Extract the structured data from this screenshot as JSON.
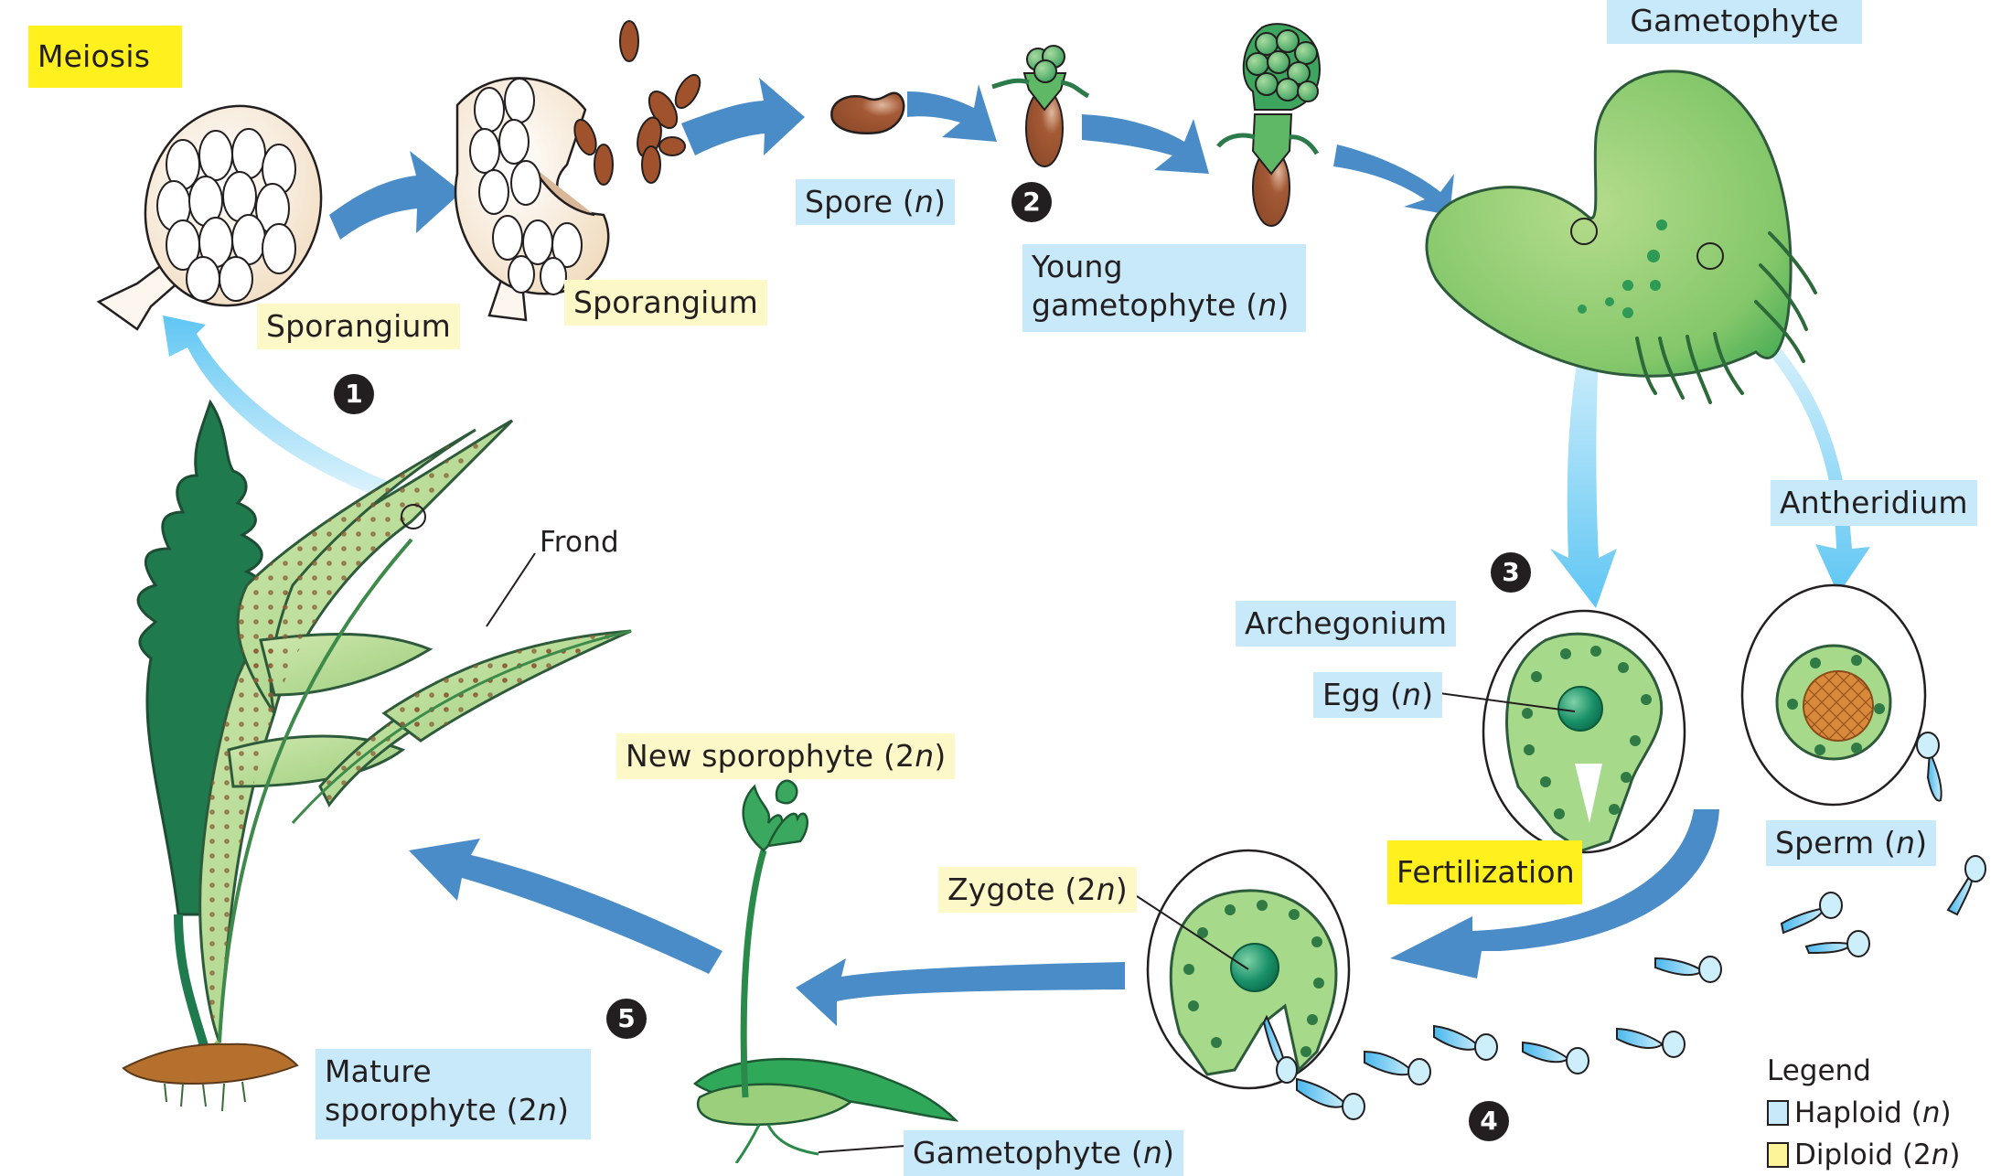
{
  "diagram": {
    "title": "Fern life cycle",
    "colors": {
      "haploid": "#c8e9f9",
      "diploid": "#fdf8c8",
      "event": "#fff01e",
      "arrow_main": "#4a8cc8",
      "arrow_light": "#6ccaf4",
      "badge": "#231f20",
      "spore": "#a0522d",
      "plant_green": "#3cae5a"
    },
    "labels": {
      "meiosis": "Meiosis",
      "sporangium_1": "Sporangium",
      "sporangium_2": "Sporangium",
      "spore": {
        "text": "Spore (",
        "italic": "n",
        "close": ")"
      },
      "young_gametophyte_1": "Young",
      "young_gametophyte_2": {
        "text": "gametophyte (",
        "italic": "n",
        "close": ")"
      },
      "gametophyte_top": "Gametophyte",
      "antheridium": "Antheridium",
      "archegonium": "Archegonium",
      "egg": {
        "text": "Egg (",
        "italic": "n",
        "close": ")"
      },
      "sperm": {
        "text": "Sperm (",
        "italic": "n",
        "close": ")"
      },
      "fertilization": "Fertilization",
      "zygote": {
        "text": "Zygote (2",
        "italic": "n",
        "close": ")"
      },
      "new_sporophyte": {
        "text": "New sporophyte (2",
        "italic": "n",
        "close": ")"
      },
      "frond": "Frond",
      "mature_sporophyte_1": "Mature",
      "mature_sporophyte_2": {
        "text": "sporophyte (2",
        "italic": "n",
        "close": ")"
      },
      "gametophyte_bottom": {
        "text": "Gametophyte (",
        "italic": "n",
        "close": ")"
      }
    },
    "steps": [
      "1",
      "2",
      "3",
      "4",
      "5"
    ],
    "legend": {
      "title": "Legend",
      "items": [
        {
          "label": "Haploid (",
          "italic": "n",
          "close": ")",
          "kind": "haploid"
        },
        {
          "label": "Diploid (2",
          "italic": "n",
          "close": ")",
          "kind": "diploid"
        }
      ]
    }
  }
}
